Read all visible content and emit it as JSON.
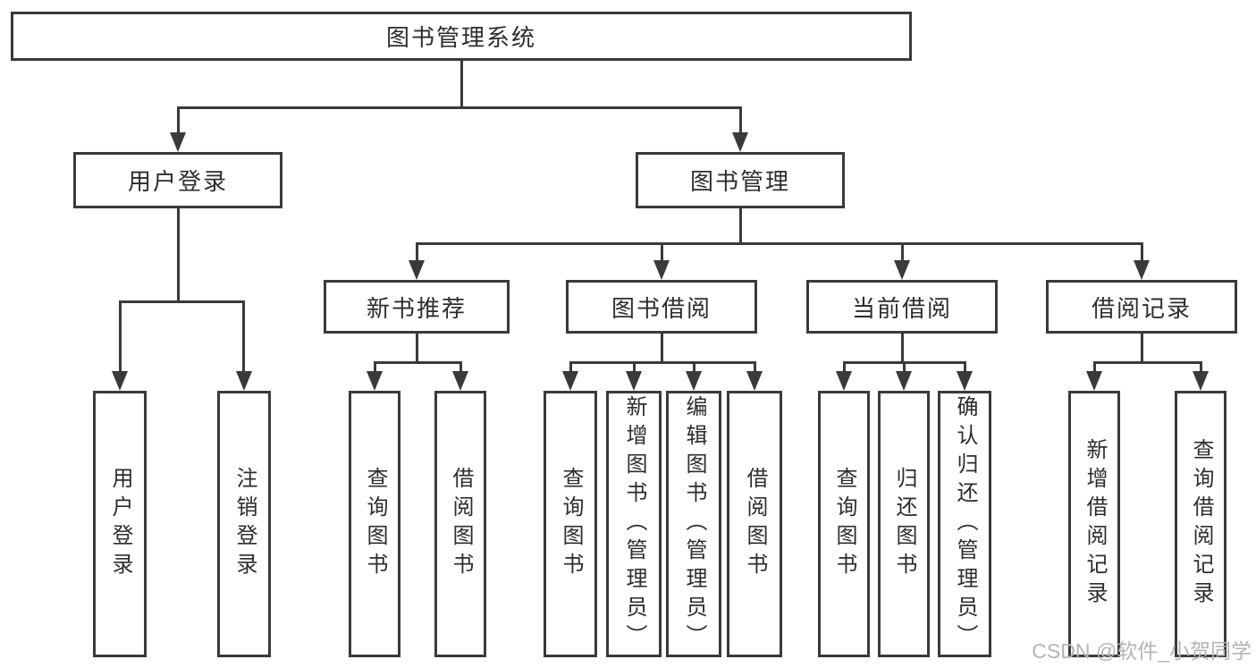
{
  "diagram": {
    "root": "图书管理系统",
    "branches": [
      {
        "label": "用户登录",
        "children": [
          {
            "label": "用户登录"
          },
          {
            "label": "注销登录"
          }
        ]
      },
      {
        "label": "图书管理",
        "children": [
          {
            "label": "新书推荐",
            "children": [
              {
                "label": "查询图书"
              },
              {
                "label": "借阅图书"
              }
            ]
          },
          {
            "label": "图书借阅",
            "children": [
              {
                "label": "查询图书"
              },
              {
                "label": "新增图书（管理员）"
              },
              {
                "label": "编辑图书（管理员）"
              },
              {
                "label": "借阅图书"
              }
            ]
          },
          {
            "label": "当前借阅",
            "children": [
              {
                "label": "查询图书"
              },
              {
                "label": "归还图书"
              },
              {
                "label": "确认归还（管理员）"
              }
            ]
          },
          {
            "label": "借阅记录",
            "children": [
              {
                "label": "新增借阅记录"
              },
              {
                "label": "查询借阅记录"
              }
            ]
          }
        ]
      }
    ]
  },
  "watermark": "CSDN @软件_小贺同学",
  "colors": {
    "line": "#3a3a3a",
    "text": "#2d2d2d",
    "watermark": "#b4b4b8",
    "background": "#ffffff"
  }
}
